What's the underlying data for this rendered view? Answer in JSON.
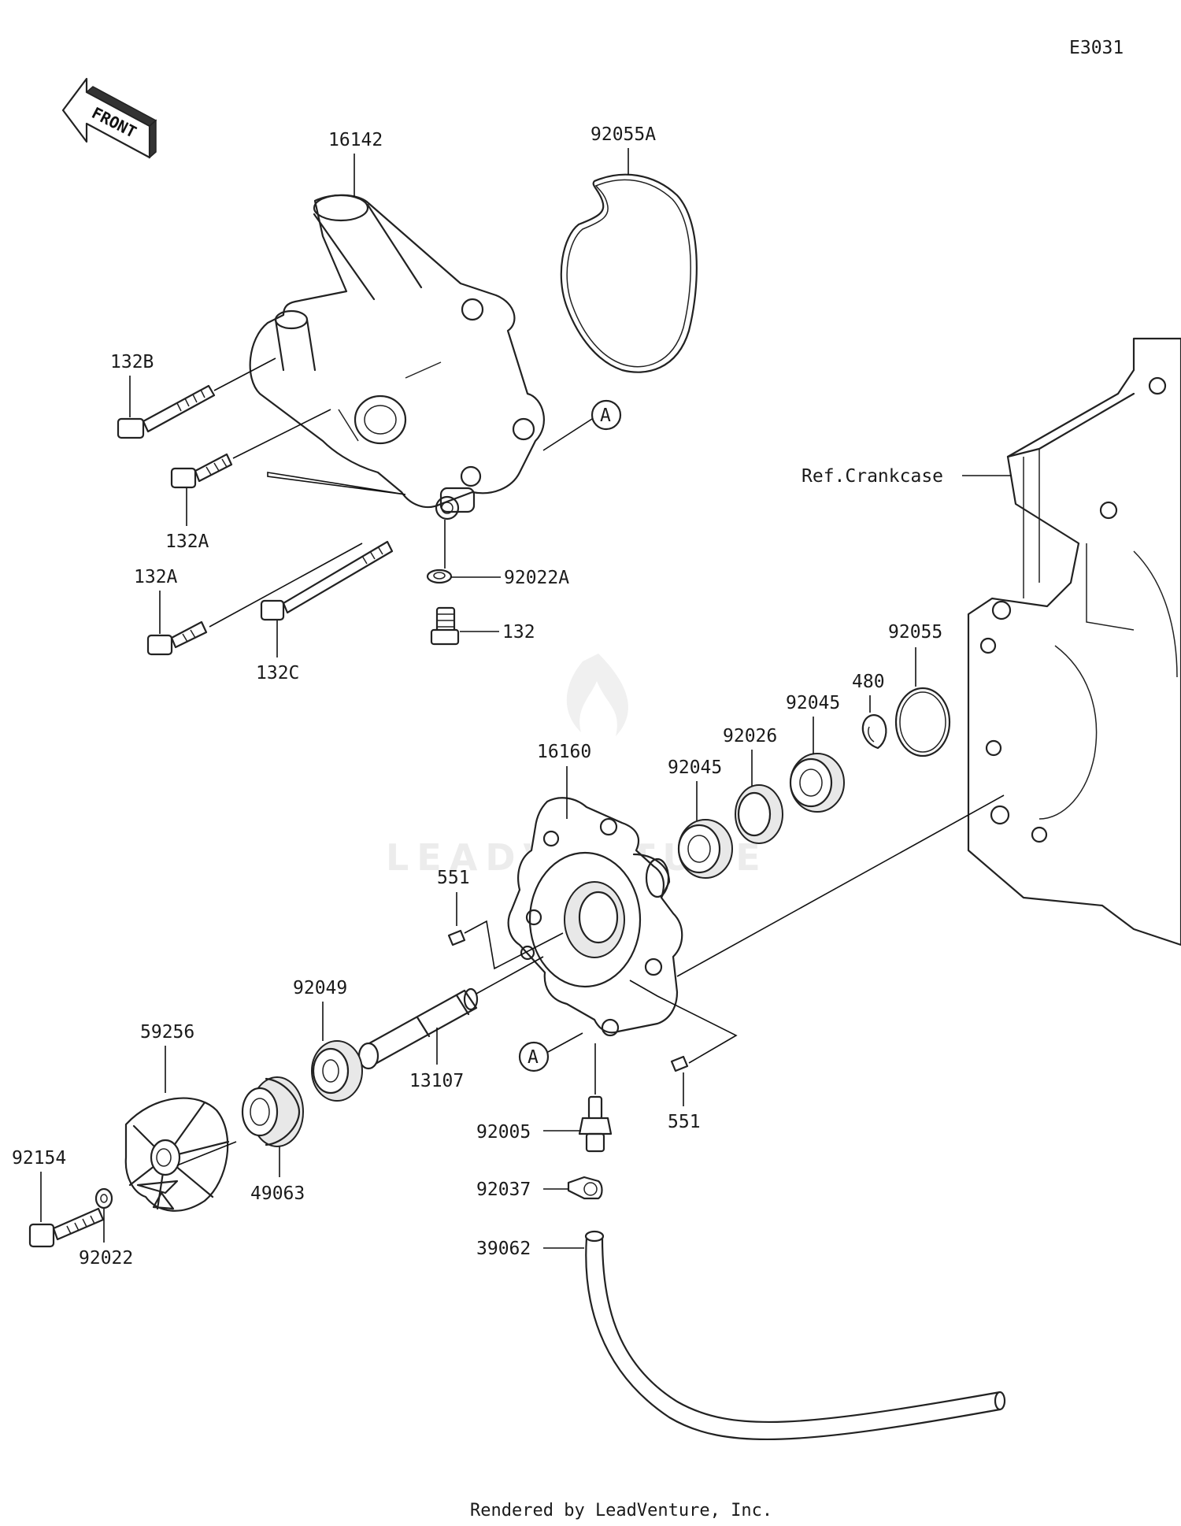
{
  "diagram_code": "E3031",
  "front_label": "FRONT",
  "footer": "Rendered by LeadVenture, Inc.",
  "watermark": "LEADVENTURE",
  "callouts": {
    "a_top": "A",
    "a_bottom": "A"
  },
  "parts": {
    "p16142": "16142",
    "p92055A": "92055A",
    "p132B": "132B",
    "p132A_1": "132A",
    "p132A_2": "132A",
    "p132C": "132C",
    "p92022A": "92022A",
    "p132": "132",
    "ref_crankcase": "Ref.Crankcase",
    "p92055": "92055",
    "p480": "480",
    "p92045_1": "92045",
    "p92026": "92026",
    "p92045_2": "92045",
    "p16160": "16160",
    "p551_1": "551",
    "p551_2": "551",
    "p92049": "92049",
    "p59256": "59256",
    "p13107": "13107",
    "p49063": "49063",
    "p92154": "92154",
    "p92022": "92022",
    "p92005": "92005",
    "p92037": "92037",
    "p39062": "39062"
  }
}
